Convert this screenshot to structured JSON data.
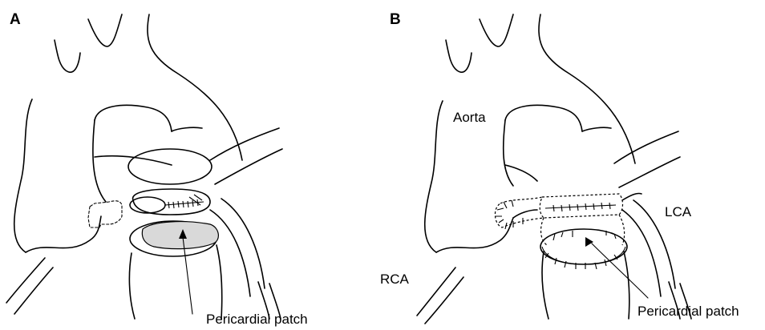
{
  "panels": [
    {
      "letter": "A",
      "patch_label": "Pericardial patch"
    },
    {
      "letter": "B",
      "aorta_label": "Aorta",
      "lca_label": "LCA",
      "rca_label": "RCA",
      "patch_label": "Pericardial patch"
    }
  ],
  "colors": {
    "line": "#000000",
    "patch_fill": "#d9d9d9",
    "background": "#ffffff"
  }
}
